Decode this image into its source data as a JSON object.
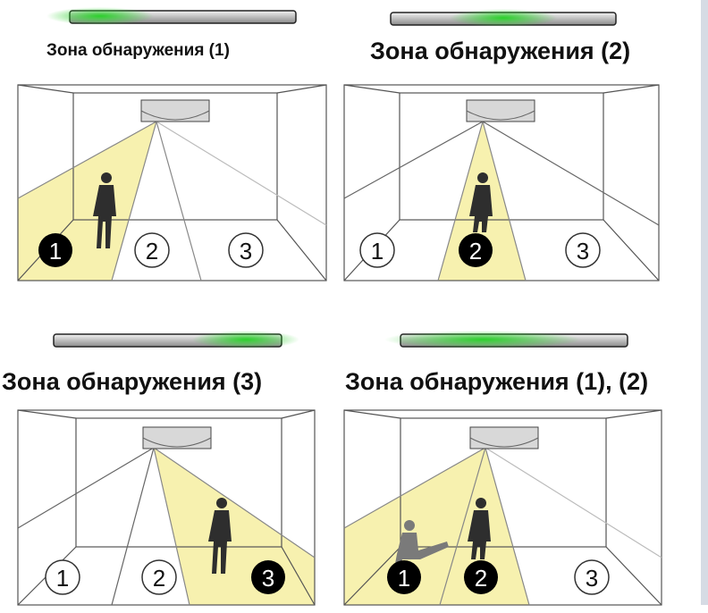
{
  "colors": {
    "highlight": "#f6f0a6",
    "bar_glow": "#22c422",
    "room_line": "#555555",
    "beam_line": "#9a9a9a",
    "person": "#2e2e2e",
    "badge_active": "#000000"
  },
  "panels": [
    {
      "title": "Зона обнаружения (1)",
      "glow_zone": 1,
      "active_zones": [
        1
      ],
      "people": [
        "standing-zone-1"
      ],
      "badges": [
        "1",
        "2",
        "3"
      ]
    },
    {
      "title": "Зона обнаружения (2)",
      "glow_zone": 2,
      "active_zones": [
        2
      ],
      "people": [
        "standing-zone-2"
      ],
      "badges": [
        "1",
        "2",
        "3"
      ]
    },
    {
      "title": "Зона обнаружения (3)",
      "glow_zone": 3,
      "active_zones": [
        3
      ],
      "people": [
        "standing-zone-3"
      ],
      "badges": [
        "1",
        "2",
        "3"
      ]
    },
    {
      "title": "Зона обнаружения (1), (2)",
      "glow_zone": "1-2",
      "active_zones": [
        1,
        2
      ],
      "people": [
        "sitting-zone-1",
        "standing-zone-2"
      ],
      "badges": [
        "1",
        "2",
        "3"
      ]
    }
  ]
}
